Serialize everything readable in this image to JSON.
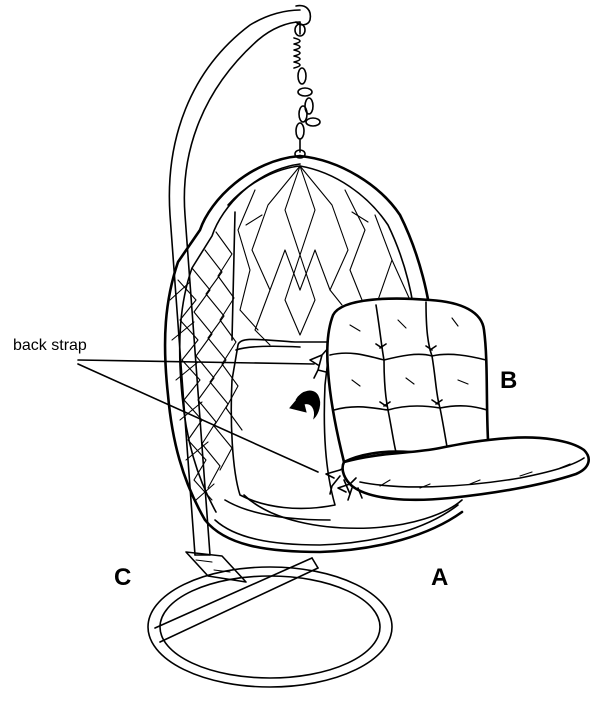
{
  "labels": {
    "back_strap": "back strap",
    "a": "A",
    "b": "B",
    "c": "C"
  },
  "colors": {
    "ink": "#000000",
    "background": "#ffffff"
  }
}
